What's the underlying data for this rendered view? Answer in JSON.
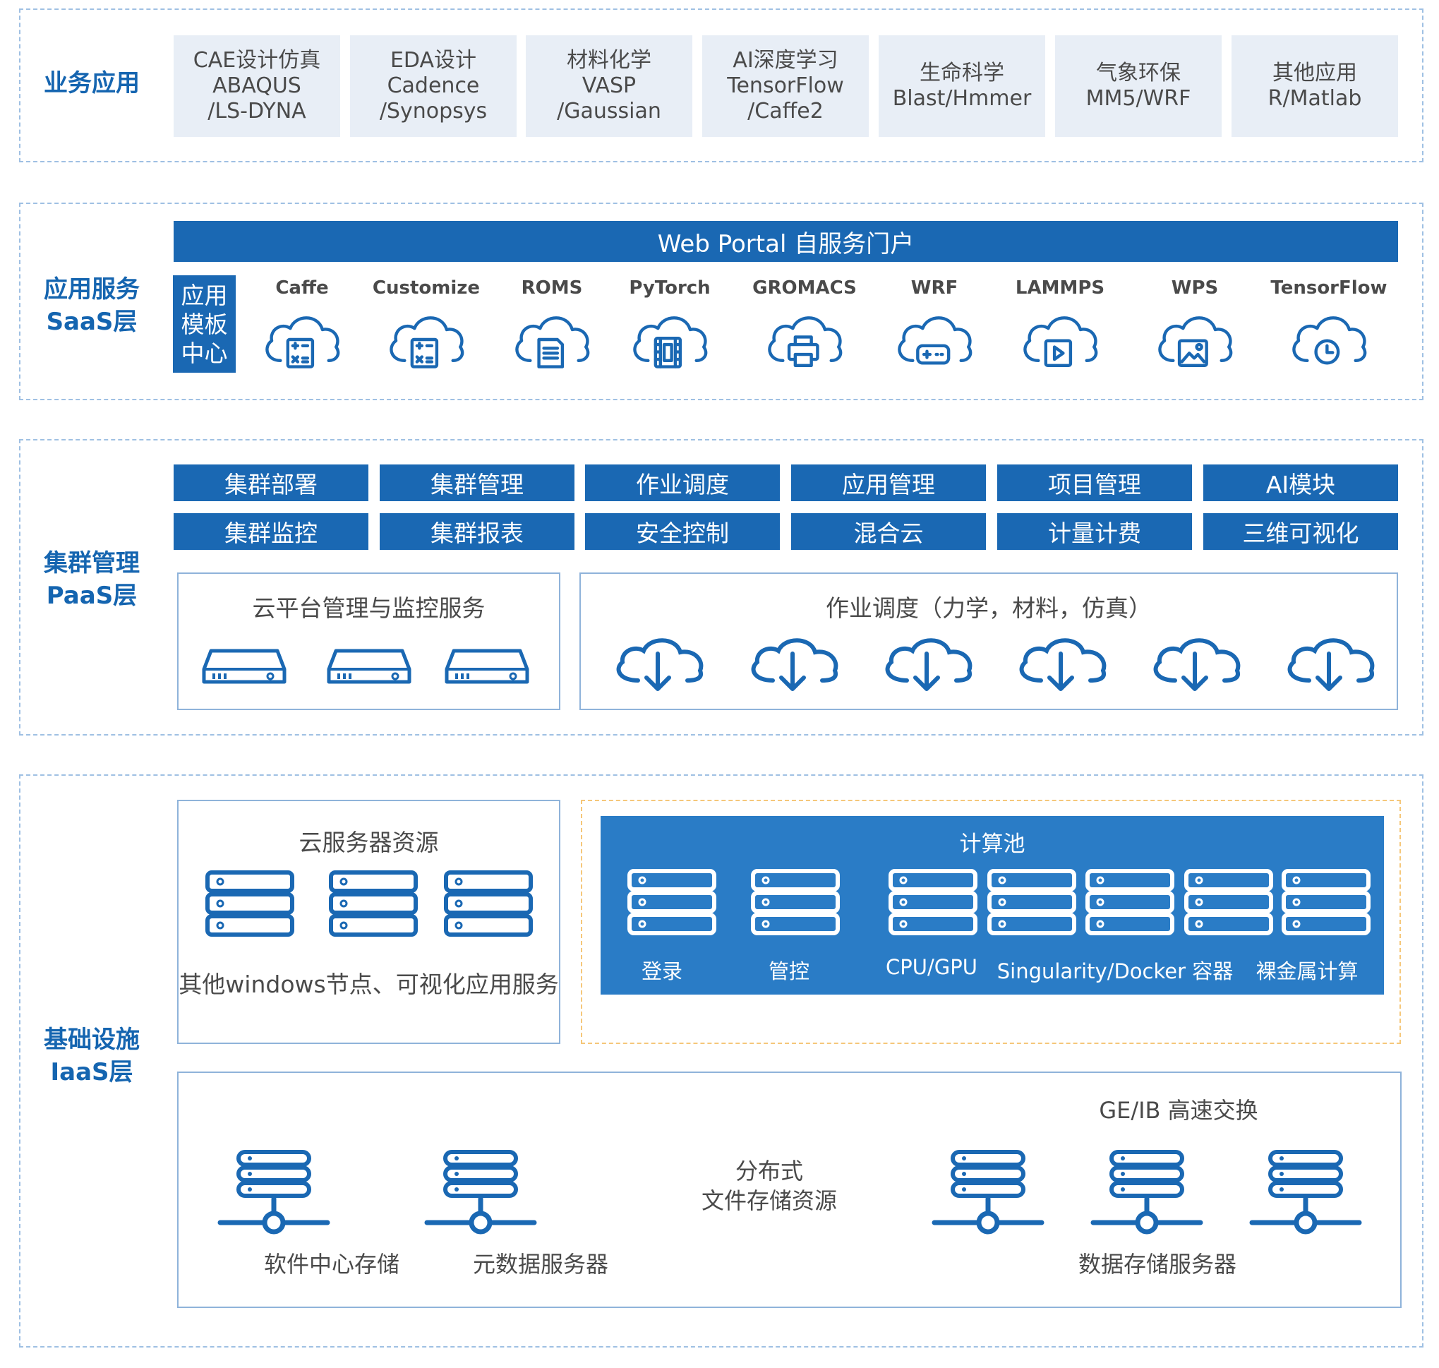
{
  "layers": {
    "business": {
      "label": "业务应用",
      "apps": [
        "CAE设计仿真\nABAQUS\n/LS-DYNA",
        "EDA设计\nCadence\n/Synopsys",
        "材料化学\nVASP\n/Gaussian",
        "AI深度学习\nTensorFlow\n/Caffe2",
        "生命科学\nBlast/Hmmer",
        "气象环保\nMM5/WRF",
        "其他应用\nR/Matlab"
      ]
    },
    "saas": {
      "label_line1": "应用服务",
      "label_line2": "SaaS层",
      "portal": "Web Portal 自服务门户",
      "template_center": "应用\n模板\n中心",
      "apps": [
        {
          "name": "Caffe",
          "icon": "cloud-calculator-icon"
        },
        {
          "name": "Customize",
          "icon": "cloud-calculator-icon"
        },
        {
          "name": "ROMS",
          "icon": "cloud-document-icon"
        },
        {
          "name": "PyTorch",
          "icon": "cloud-film-icon"
        },
        {
          "name": "GROMACS",
          "icon": "cloud-printer-icon"
        },
        {
          "name": "WRF",
          "icon": "cloud-gamepad-icon"
        },
        {
          "name": "LAMMPS",
          "icon": "cloud-play-icon"
        },
        {
          "name": "WPS",
          "icon": "cloud-image-icon"
        },
        {
          "name": "TensorFlow",
          "icon": "cloud-clock-icon"
        }
      ]
    },
    "paas": {
      "label_line1": "集群管理",
      "label_line2": "PaaS层",
      "functions_row1": [
        "集群部署",
        "集群管理",
        "作业调度",
        "应用管理",
        "项目管理",
        "AI模块"
      ],
      "functions_row2": [
        "集群监控",
        "集群报表",
        "安全控制",
        "混合云",
        "计量计费",
        "三维可视化"
      ],
      "cloud_mgmt_title": "云平台管理与监控服务",
      "job_sched_title": "作业调度（力学，材料，仿真）"
    },
    "iaas": {
      "label_line1": "基础设施",
      "label_line2": "IaaS层",
      "cloud_server_title": "云服务器资源",
      "cloud_server_caption": "其他windows节点、可视化应用服务",
      "compute_pool_title": "计算池",
      "compute_pool_labels": [
        "登录",
        "管控",
        "CPU/GPU",
        "Singularity/Docker 容器",
        "裸金属计算"
      ],
      "storage_switch_label": "GE/IB 高速交换",
      "storage_center_label": "分布式\n文件存储资源",
      "storage_labels": [
        "软件中心存储",
        "元数据服务器",
        "数据存储服务器"
      ]
    }
  },
  "colors": {
    "primary_blue": "#1a68b3",
    "pool_blue": "#2a7cc6",
    "dashed_border": "#9fc0e3",
    "pool_dashed_border": "#f5c77a",
    "business_box_bg": "#e8eef6"
  }
}
